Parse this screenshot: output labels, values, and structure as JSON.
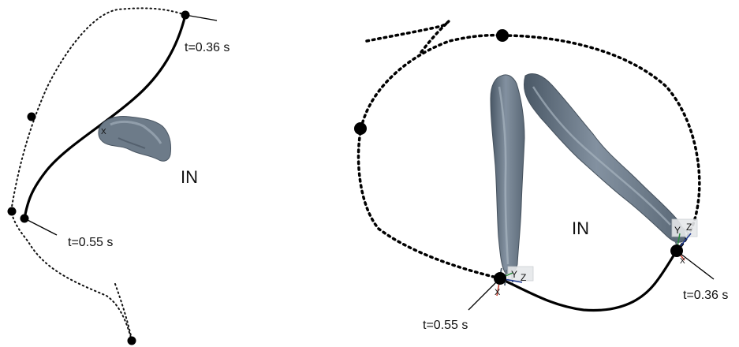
{
  "left_panel": {
    "label_start": "t=0.36 s",
    "label_end": "t=0.55 s",
    "region_label": "IN",
    "axis_letter": "X"
  },
  "right_panel": {
    "label_end": "t=0.55 s",
    "label_start": "t=0.36 s",
    "region_label": "IN",
    "frame_left": {
      "y": "Y",
      "z": "Z",
      "x": "X"
    },
    "frame_right": {
      "y": "Y",
      "z": "Z",
      "x": "X"
    }
  },
  "colors": {
    "trajectory": "#000000",
    "limb_fill": "#6e7d8c",
    "limb_shade": "#4a5866",
    "limb_highlight": "#aab6c2"
  }
}
